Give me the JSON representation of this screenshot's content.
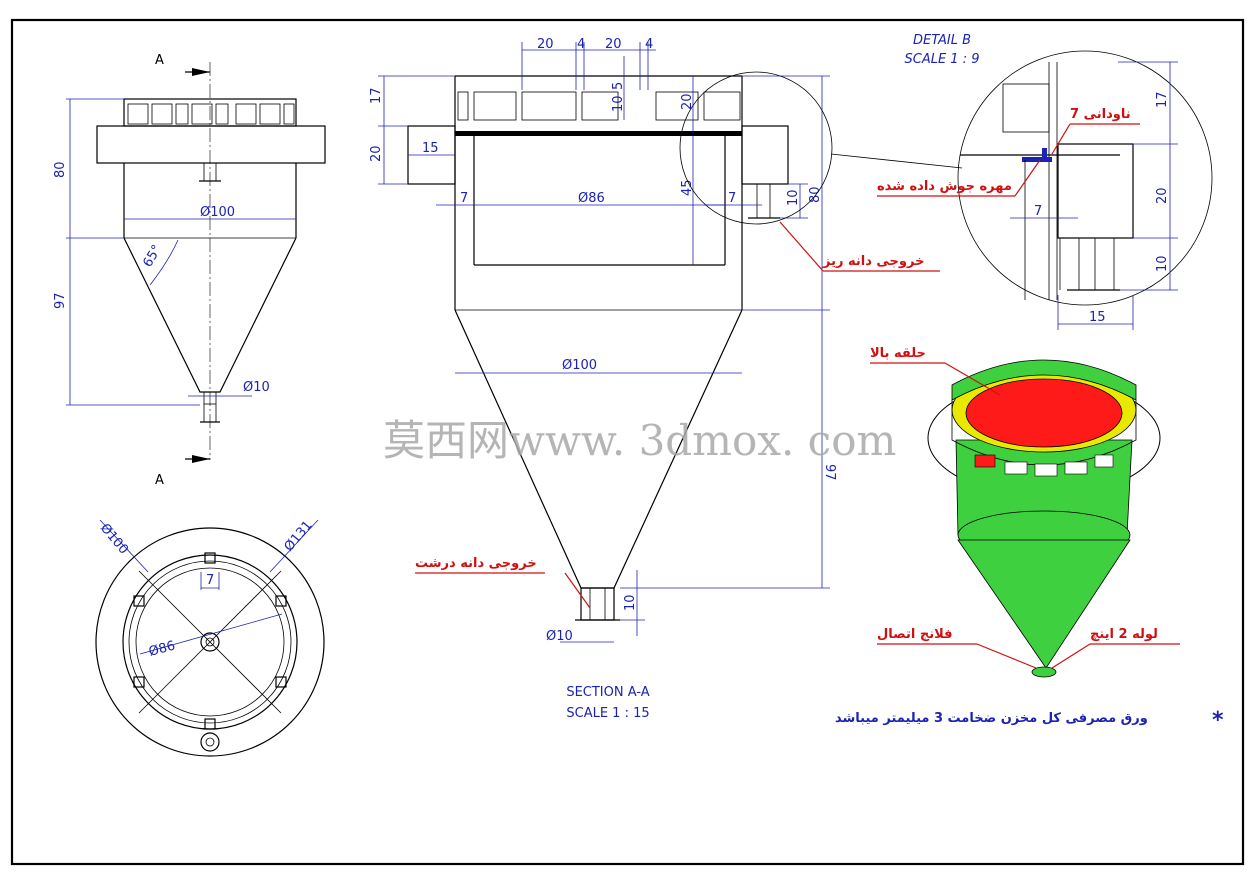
{
  "section_aa": {
    "title": "SECTION A-A",
    "scale": "SCALE 1 : 15",
    "dims": {
      "d20a": "20",
      "d4a": "4",
      "d20b": "20",
      "d4b": "4",
      "d17": "17",
      "d20left": "20",
      "d15": "15",
      "d5": "5",
      "d10top": "10",
      "d20right": "20",
      "d45": "45",
      "d7left": "7",
      "d86": "86",
      "d7right": "7",
      "d10side": "10",
      "d80": "80",
      "d100": "100",
      "d97": "97",
      "d10out": "10",
      "d10bot": "10"
    },
    "labels": {
      "fine_outlet": "خروجی دانه ریز",
      "coarse_outlet": "خروجی دانه درشت"
    }
  },
  "front_view": {
    "section_label_top": "A",
    "section_label_bottom": "A",
    "dims": {
      "d80": "80",
      "d97": "97",
      "d100": "100",
      "angle": "65°",
      "d10": "10"
    }
  },
  "top_view": {
    "dims": {
      "d100": "100",
      "d131": "131",
      "d7": "7",
      "d86": "86"
    }
  },
  "detail_b": {
    "title": "DETAIL B",
    "scale": "SCALE 1 : 9",
    "dims": {
      "d17": "17",
      "d20": "20",
      "d10": "10",
      "d7": "7",
      "d15": "15"
    },
    "labels": {
      "channel": "ناودانی 7",
      "welded_nut": "مهره جوش داده شده"
    }
  },
  "iso_view": {
    "labels": {
      "top_ring": "حلقه بالا",
      "pipe": "لوله 2 اینچ",
      "flange": "فلانج اتصال"
    }
  },
  "note": {
    "star": "*",
    "text": "ورق مصرفی کل مخزن ضخامت 3 میلیمتر میباشد"
  },
  "watermark": "莫西网www. 3dmox. com",
  "colors": {
    "dimension": "#1b22b4",
    "annotation": "#d01010",
    "body_green": "#3fd03f",
    "cone_red": "#ff1a1a",
    "ring_yellow": "#e8e800"
  }
}
